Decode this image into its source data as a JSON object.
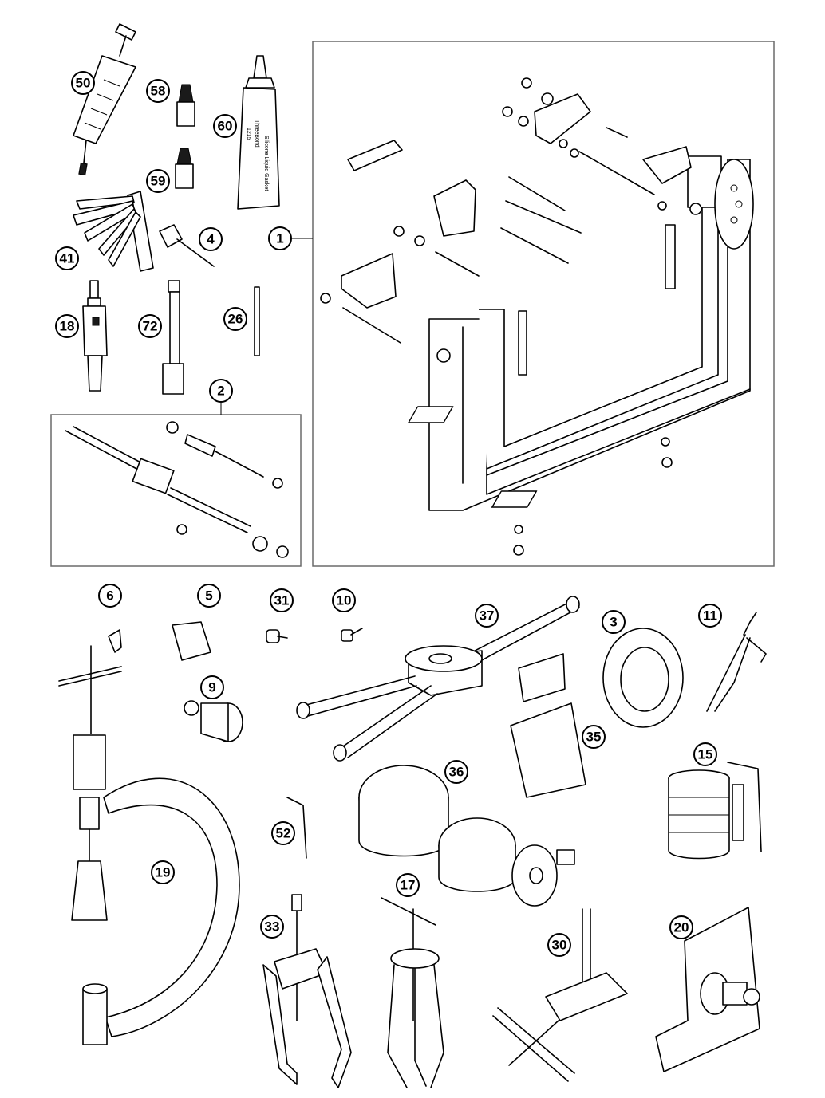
{
  "diagram": {
    "callouts": [
      {
        "id": "50",
        "text": "50"
      },
      {
        "id": "58",
        "text": "58"
      },
      {
        "id": "60",
        "text": "60"
      },
      {
        "id": "59",
        "text": "59"
      },
      {
        "id": "41",
        "text": "41"
      },
      {
        "id": "4",
        "text": "4"
      },
      {
        "id": "1",
        "text": "1"
      },
      {
        "id": "18",
        "text": "18"
      },
      {
        "id": "72",
        "text": "72"
      },
      {
        "id": "26",
        "text": "26"
      },
      {
        "id": "2",
        "text": "2"
      },
      {
        "id": "6",
        "text": "6"
      },
      {
        "id": "5",
        "text": "5"
      },
      {
        "id": "31",
        "text": "31"
      },
      {
        "id": "10",
        "text": "10"
      },
      {
        "id": "37",
        "text": "37"
      },
      {
        "id": "3",
        "text": "3"
      },
      {
        "id": "11",
        "text": "11"
      },
      {
        "id": "9",
        "text": "9"
      },
      {
        "id": "35",
        "text": "35"
      },
      {
        "id": "36",
        "text": "36"
      },
      {
        "id": "15",
        "text": "15"
      },
      {
        "id": "52",
        "text": "52"
      },
      {
        "id": "19",
        "text": "19"
      },
      {
        "id": "17",
        "text": "17"
      },
      {
        "id": "33",
        "text": "33"
      },
      {
        "id": "30",
        "text": "30"
      },
      {
        "id": "20",
        "text": "20"
      }
    ],
    "product_labels": {
      "tube_brand": "ThreeBond",
      "tube_number": "1215",
      "tube_note": "Silicone Liquid Gasket"
    }
  }
}
